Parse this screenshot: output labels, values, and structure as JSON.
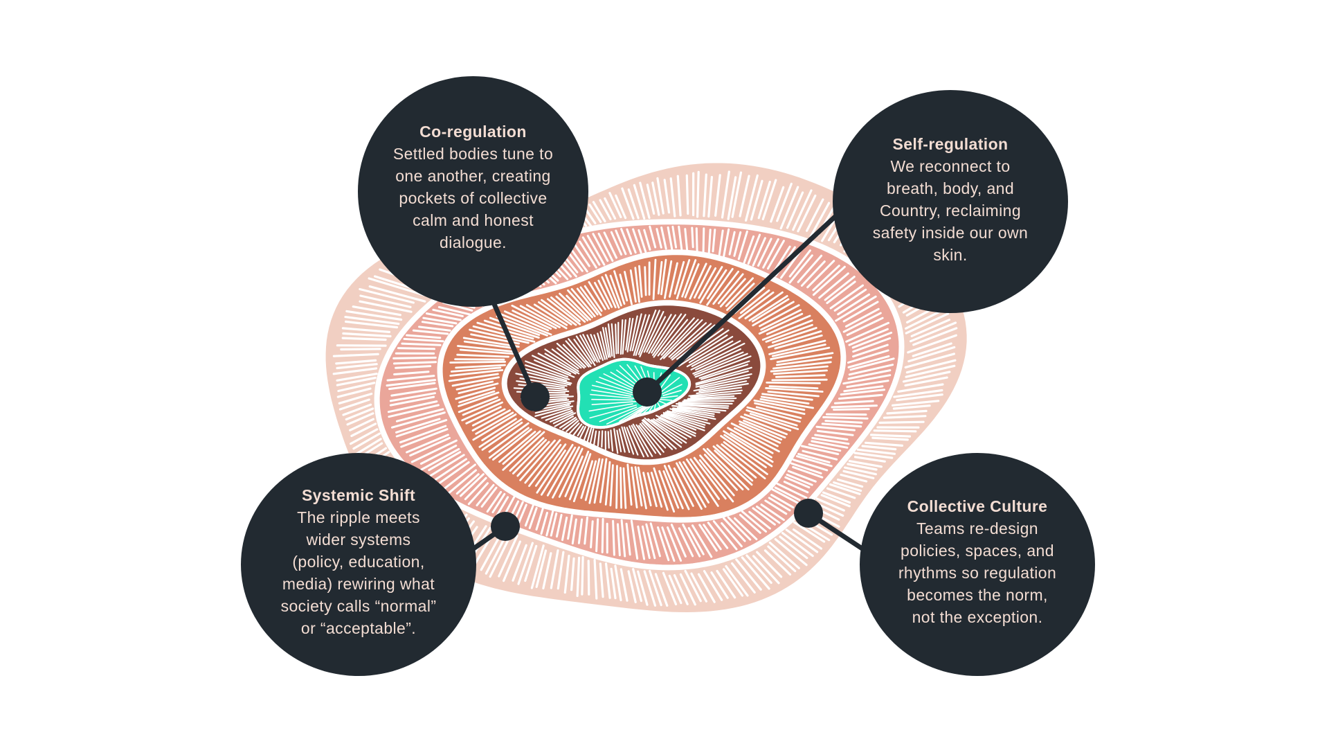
{
  "colors": {
    "background": "#ffffff",
    "bubble_fill": "#222a31",
    "bubble_text": "#f3ddd3",
    "ring_outer": "#f1cfc2",
    "ring_middle": "#eaa69a",
    "ring_inner": "#d9805f",
    "core": "#8a4a3c",
    "center": "#22e0b4",
    "separator": "#ffffff",
    "connector": "#222a31"
  },
  "diagram": {
    "rings": [
      {
        "name": "outer-ring",
        "color_key": "ring_outer"
      },
      {
        "name": "middle-ring",
        "color_key": "ring_middle"
      },
      {
        "name": "inner-ring",
        "color_key": "ring_inner"
      },
      {
        "name": "core-ring",
        "color_key": "core"
      },
      {
        "name": "center-blob",
        "color_key": "center"
      }
    ]
  },
  "bubbles": {
    "co_regulation": {
      "title": "Co-regulation",
      "body": "Settled bodies tune to\none another, creating\npockets of collective\ncalm and honest\ndialogue."
    },
    "self_regulation": {
      "title": "Self-regulation",
      "body": "We reconnect to\nbreath, body, and\nCountry, reclaiming\nsafety inside our own\nskin."
    },
    "systemic_shift": {
      "title": "Systemic Shift",
      "body": "The ripple meets\nwider systems\n(policy, education,\nmedia) rewiring what\nsociety calls “normal”\nor “acceptable”."
    },
    "collective_culture": {
      "title": "Collective Culture",
      "body": "Teams re-design\npolicies, spaces, and\nrhythms so regulation\nbecomes the norm,\nnot the exception."
    }
  }
}
